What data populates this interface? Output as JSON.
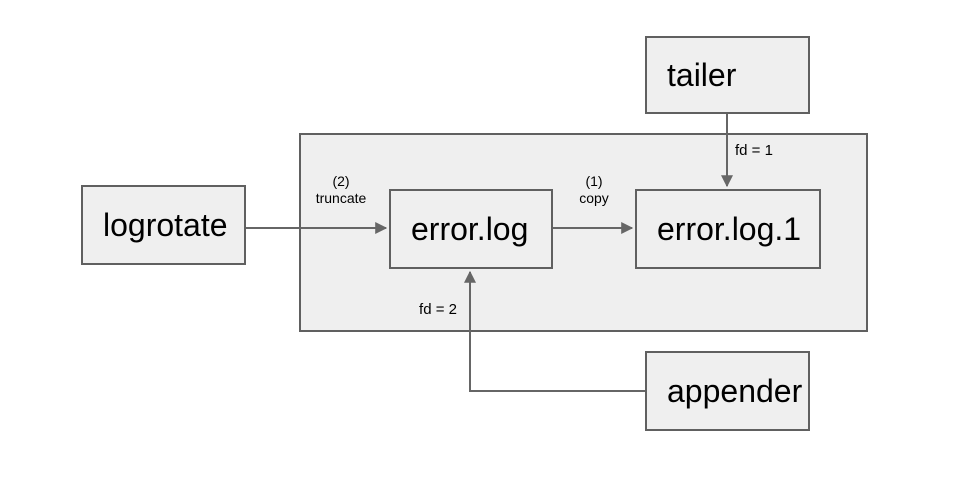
{
  "diagram": {
    "nodes": {
      "tailer": {
        "label": "tailer"
      },
      "logrotate": {
        "label": "logrotate"
      },
      "error_log": {
        "label": "error.log"
      },
      "error_log_1": {
        "label": "error.log.1"
      },
      "appender": {
        "label": "appender"
      }
    },
    "edges": {
      "truncate": {
        "from": "logrotate",
        "to": "error.log",
        "label_line1": "(2)",
        "label_line2": "truncate"
      },
      "copy": {
        "from": "error.log",
        "to": "error.log.1",
        "label_line1": "(1)",
        "label_line2": "copy"
      },
      "tailer_fd": {
        "from": "tailer",
        "to": "error.log.1",
        "label": "fd = 1"
      },
      "appender_fd": {
        "from": "appender",
        "to": "error.log",
        "label": "fd = 2"
      }
    },
    "colors": {
      "box_fill": "#efefef",
      "box_border": "#606060",
      "arrow": "#666666",
      "text": "#000000",
      "background": "#ffffff"
    }
  }
}
